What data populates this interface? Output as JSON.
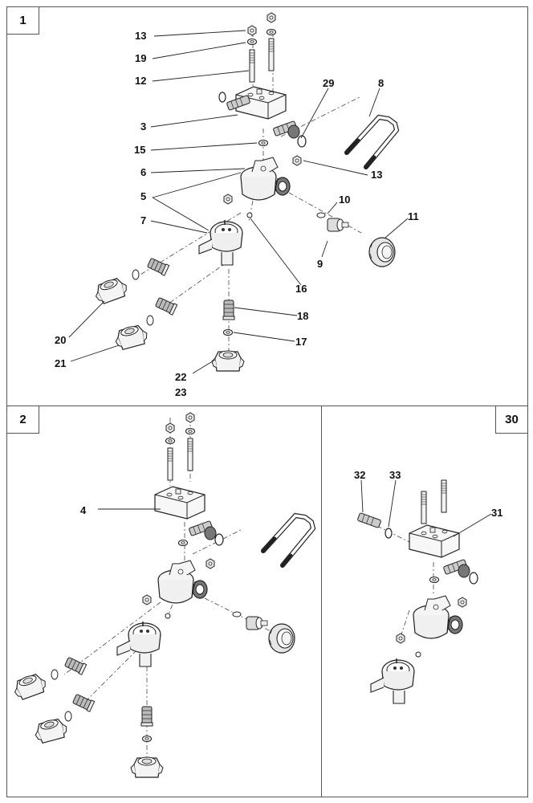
{
  "panels": [
    {
      "number": "1"
    },
    {
      "number": "2"
    },
    {
      "number": "30"
    }
  ],
  "callouts": {
    "p1": {
      "n13a": "13",
      "n19": "19",
      "n12": "12",
      "n3": "3",
      "n15": "15",
      "n6": "6",
      "n5": "5",
      "n7": "7",
      "n20": "20",
      "n21": "21",
      "n22": "22",
      "n23": "23",
      "n29": "29",
      "n8": "8",
      "n13b": "13",
      "n10": "10",
      "n11": "11",
      "n9": "9",
      "n16": "16",
      "n18": "18",
      "n17": "17"
    },
    "p2": {
      "n4": "4"
    },
    "p30": {
      "n32": "32",
      "n33": "33",
      "n31": "31"
    }
  }
}
